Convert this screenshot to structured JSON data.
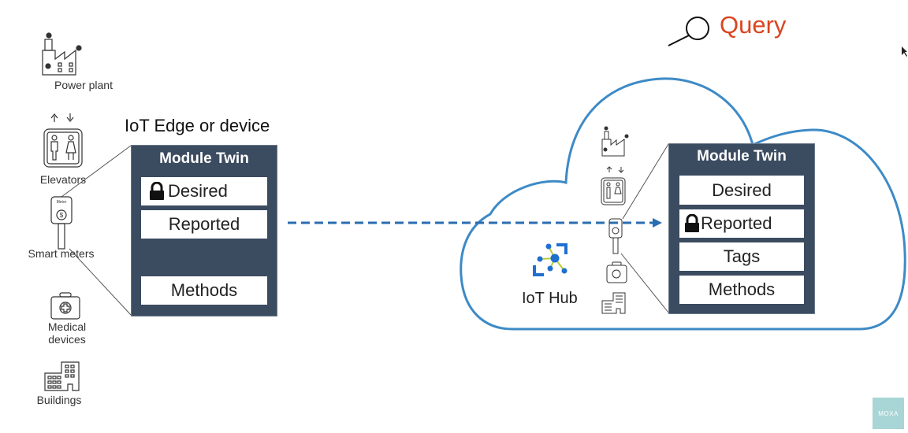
{
  "query": {
    "label": "Query",
    "icon": "magnifier-icon",
    "color": "#d9451f"
  },
  "devices": [
    {
      "label": "Power plant",
      "icon": "power-plant-icon"
    },
    {
      "label": "Elevators",
      "icon": "elevator-icon"
    },
    {
      "label": "Smart meters",
      "icon": "smart-meter-icon",
      "meter_text": "Meter"
    },
    {
      "label": "Medical devices",
      "icon": "medical-kit-icon"
    },
    {
      "label": "Buildings",
      "icon": "building-icon"
    }
  ],
  "edge": {
    "title": "IoT Edge or device",
    "twin": {
      "title": "Module Twin",
      "rows": [
        {
          "label": "Desired",
          "locked": true
        },
        {
          "label": "Reported",
          "locked": false
        },
        {
          "label": "Methods",
          "locked": false
        }
      ]
    }
  },
  "hub": {
    "label": "IoT Hub",
    "icon": "iot-hub-icon",
    "twin": {
      "title": "Module Twin",
      "rows": [
        {
          "label": "Desired",
          "locked": false
        },
        {
          "label": "Reported",
          "locked": true
        },
        {
          "label": "Tags",
          "locked": false
        },
        {
          "label": "Methods",
          "locked": false
        }
      ]
    }
  },
  "colors": {
    "twin_bg": "#3b4b60",
    "cloud": "#3d8ac6",
    "arrow": "#2a6db0",
    "logo_bg": "#a8d5d5"
  },
  "logo": {
    "text": "MOXA"
  }
}
